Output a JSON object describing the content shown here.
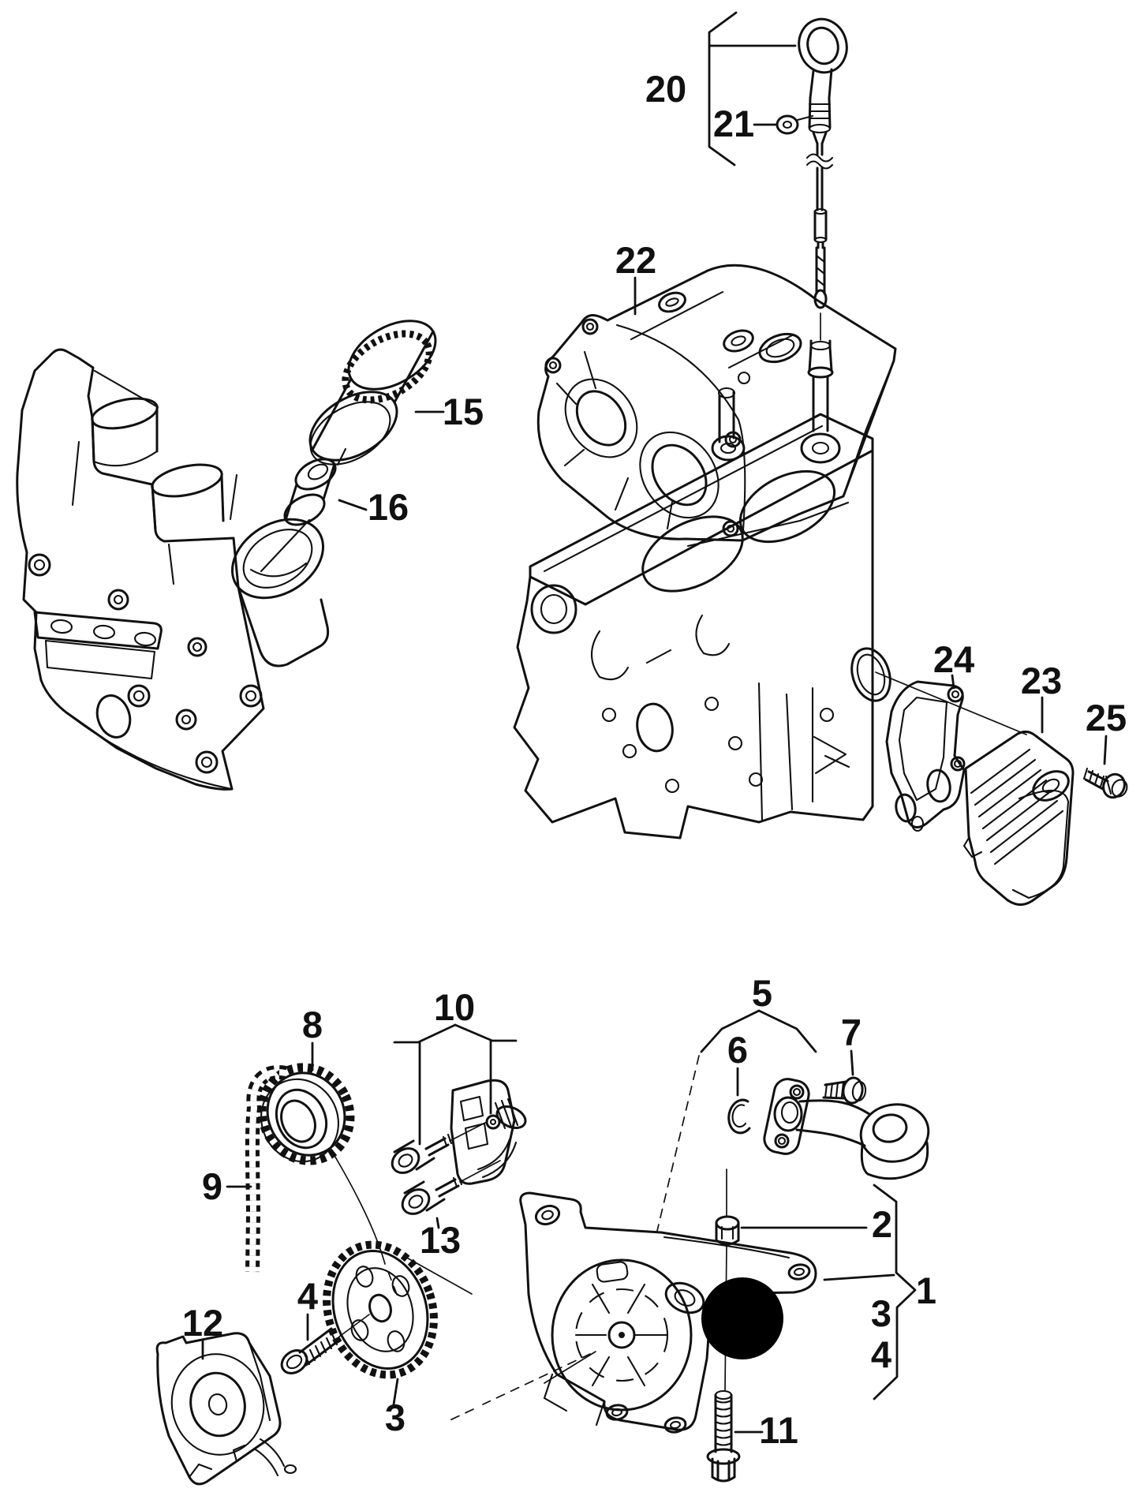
{
  "palette": {
    "background": "#ffffff",
    "ink": "#111111",
    "highlight": "#000000"
  },
  "callouts": {
    "c20": "20",
    "c21": "21",
    "c22": "22",
    "c15": "15",
    "c16": "16",
    "c24": "24",
    "c23": "23",
    "c25": "25",
    "c5": "5",
    "c6": "6",
    "c7": "7",
    "c8": "8",
    "c9": "9",
    "c10": "10",
    "c13": "13",
    "c12": "12",
    "c4a": "4",
    "c3a": "3",
    "c2": "2",
    "c1": "1",
    "c3b": "3",
    "c4b": "4",
    "c11": "11"
  }
}
